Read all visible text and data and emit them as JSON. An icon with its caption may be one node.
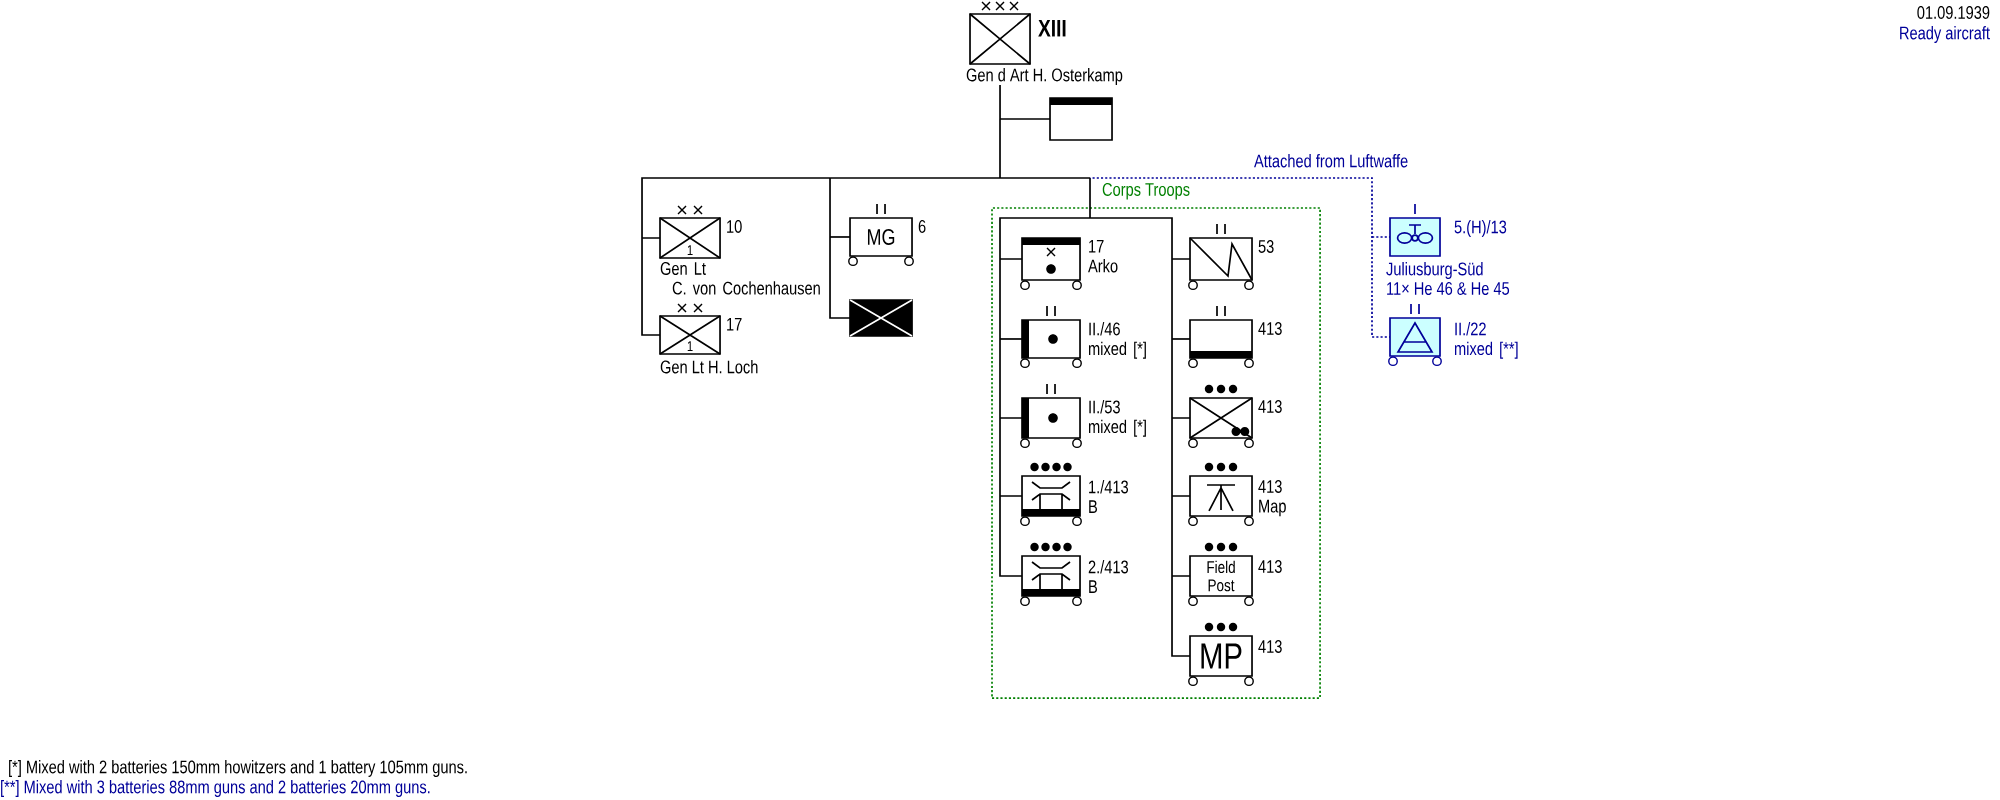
{
  "diagram": {
    "nodes": [
      {
        "text": [
          "XIII"
        ],
        "beside": [
          "Gen d Art H. Osterkamp"
        ]
      },
      {
        "text": [],
        "shape": "box"
      },
      {
        "text": [
          "10",
          "1"
        ],
        "beside": [
          "Gen Lt C. von Cochenhausen"
        ]
      },
      {
        "text": [
          "17",
          "1"
        ],
        "beside": [
          "Gen Lt H. Loch"
        ]
      },
      {
        "text": [
          "MG",
          "6"
        ]
      },
      {
        "text": [],
        "shape": "box"
      },
      {
        "text": [
          "Corps Troops"
        ]
      },
      {
        "text": [
          "17 Arko"
        ],
        "in": 6
      },
      {
        "text": [
          "II./46 mixed [*]"
        ],
        "in": 6
      },
      {
        "text": [
          "II./53 mixed [*]"
        ],
        "in": 6
      },
      {
        "text": [
          "1./413 B"
        ],
        "in": 6
      },
      {
        "text": [
          "2./413 B"
        ],
        "in": 6
      },
      {
        "text": [
          "53"
        ],
        "in": 6
      },
      {
        "text": [
          "413"
        ],
        "in": 6
      },
      {
        "text": [
          "413"
        ],
        "in": 6
      },
      {
        "text": [
          "413 Map"
        ],
        "in": 6
      },
      {
        "text": [
          "Field Post",
          "413"
        ],
        "in": 6
      },
      {
        "text": [
          "MP",
          "413"
        ],
        "in": 6
      },
      {
        "text": [
          "5.(H)/13"
        ],
        "beside": [
          "Juliusburg-Süd",
          "11× He 46 & He 45"
        ]
      },
      {
        "text": [
          "II./22 mixed [**]"
        ]
      }
    ],
    "edges": [
      {
        "from": 0,
        "to": 1,
        "arrow": "none"
      },
      {
        "from": 0,
        "to": 2,
        "arrow": "none"
      },
      {
        "from": 0,
        "to": 3,
        "arrow": "none"
      },
      {
        "from": 0,
        "to": 4,
        "arrow": "none"
      },
      {
        "from": 0,
        "to": 5,
        "arrow": "none"
      },
      {
        "from": 0,
        "to": 7,
        "arrow": "none"
      },
      {
        "from": 0,
        "to": 8,
        "arrow": "none"
      },
      {
        "from": 0,
        "to": 9,
        "arrow": "none"
      },
      {
        "from": 0,
        "to": 10,
        "arrow": "none"
      },
      {
        "from": 0,
        "to": 11,
        "arrow": "none"
      },
      {
        "from": 0,
        "to": 12,
        "arrow": "none"
      },
      {
        "from": 0,
        "to": 13,
        "arrow": "none"
      },
      {
        "from": 0,
        "to": 14,
        "arrow": "none"
      },
      {
        "from": 0,
        "to": 15,
        "arrow": "none"
      },
      {
        "from": 0,
        "to": 16,
        "arrow": "none"
      },
      {
        "from": 0,
        "to": 17,
        "arrow": "none"
      },
      {
        "from": 0,
        "to": 18,
        "arrow": "none",
        "style": "dashed",
        "color": "#000099"
      },
      {
        "from": 0,
        "to": 19,
        "arrow": "none",
        "style": "dashed",
        "color": "#000099"
      }
    ],
    "labels": [
      "01.09.1939",
      "Ready aircraft",
      "Attached from Luftwaffe",
      "[*] Mixed with 2 batteries 150mm howitzers and 1 battery 105mm guns.",
      "[**] Mixed with 3 batteries 88mm guns and 2 batteries 20mm guns."
    ]
  }
}
